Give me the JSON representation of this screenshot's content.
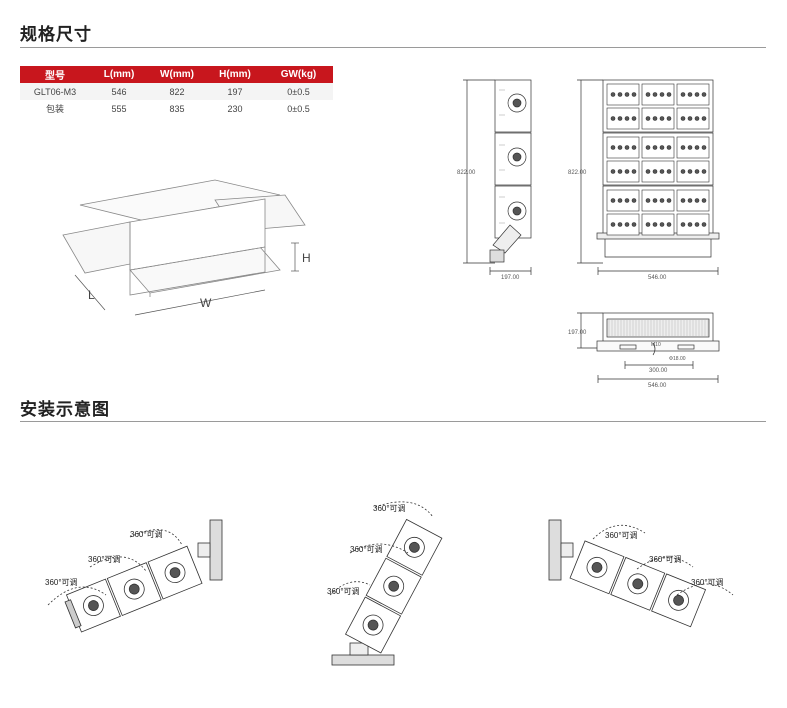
{
  "sections": {
    "specs_title": "规格尺寸",
    "install_title": "安装示意图"
  },
  "spec_table": {
    "headers": [
      "型号",
      "L(mm)",
      "W(mm)",
      "H(mm)",
      "GW(kg)"
    ],
    "rows": [
      [
        "GLT06-M3",
        "546",
        "822",
        "197",
        "0±0.5"
      ],
      [
        "包装",
        "555",
        "835",
        "230",
        "0±0.5"
      ]
    ]
  },
  "box_diagram": {
    "label_h": "H",
    "label_l": "L",
    "label_w": "W"
  },
  "drawings": {
    "side_height": "822.00",
    "side_depth": "197.00",
    "front_height": "822.00",
    "front_width": "546.00",
    "top_depth": "197.00",
    "top_inner_a": "M10",
    "top_inner_b": "Φ18.00",
    "top_mount_width": "300.00",
    "top_width": "546.00"
  },
  "install": {
    "rotate_label": "360°可调"
  },
  "colors": {
    "accent": "#c8161d",
    "line": "#333333"
  }
}
